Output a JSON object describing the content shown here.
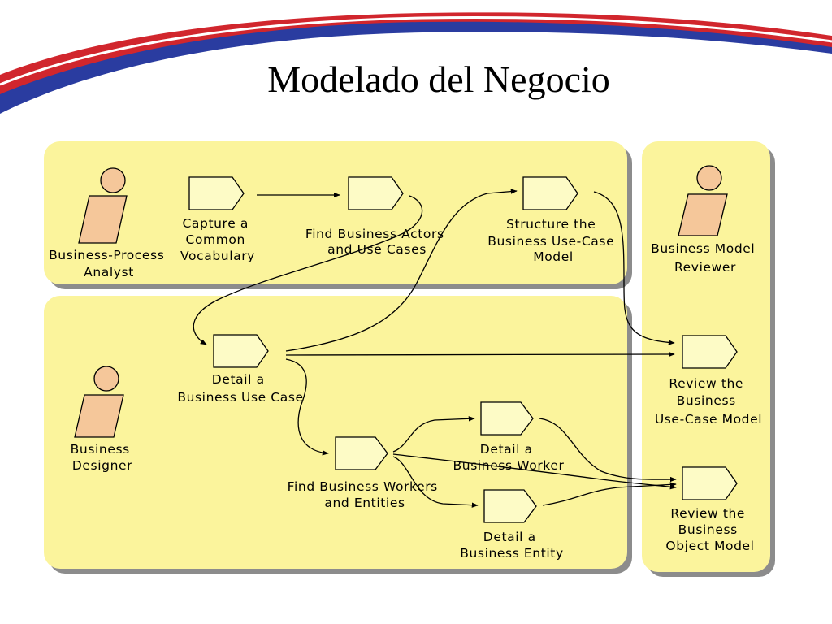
{
  "title": "Modelado del Negocio",
  "colors": {
    "swimlane_fill": "#fbf49c",
    "activity_fill": "#fdfbc6",
    "worker_fill": "#f5c79a",
    "header_red": "#d1262d",
    "header_blue": "#2a3ca0"
  },
  "roles": {
    "analyst": [
      "Business-Process",
      "Analyst"
    ],
    "designer": [
      "Business",
      "Designer"
    ],
    "reviewer": [
      "Business Model",
      "Reviewer"
    ]
  },
  "activities": {
    "capture": [
      "Capture a",
      "Common",
      "Vocabulary"
    ],
    "find_actors": [
      "Find Business Actors",
      "and Use Cases"
    ],
    "structure": [
      "Structure the",
      "Business Use-Case",
      "Model"
    ],
    "detail_use_case": [
      "Detail a",
      "Business Use Case"
    ],
    "find_workers": [
      "Find Business Workers",
      "and Entities"
    ],
    "detail_worker": [
      "Detail a",
      "Business Worker"
    ],
    "detail_entity": [
      "Detail a",
      "Business Entity"
    ],
    "review_use_case": [
      "Review the",
      "Business",
      "Use-Case Model"
    ],
    "review_object": [
      "Review the",
      "Business",
      "Object Model"
    ]
  }
}
